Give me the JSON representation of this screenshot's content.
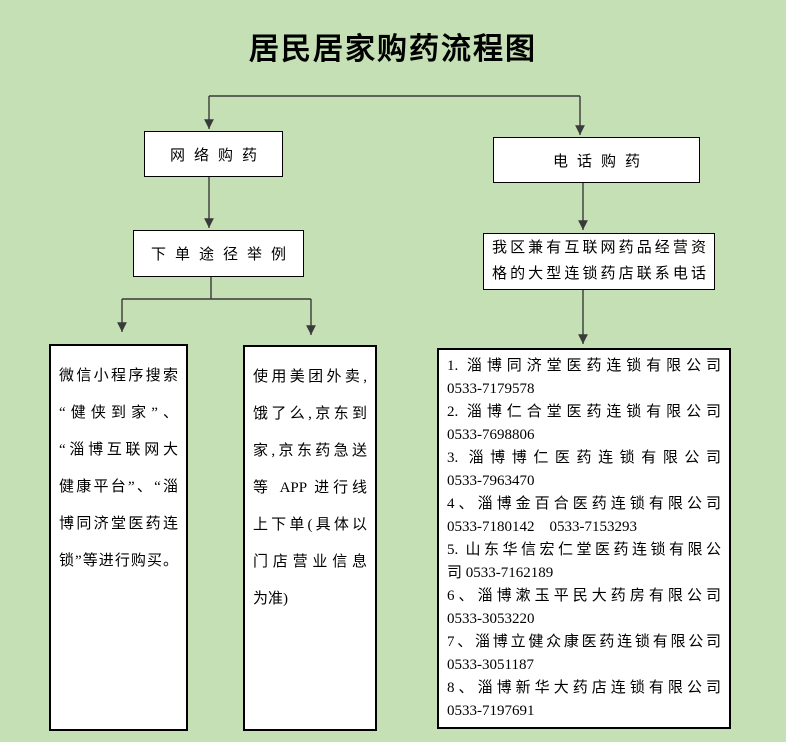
{
  "title": "居民居家购药流程图",
  "colors": {
    "background": "#c5e0b4",
    "box_fill": "#ffffff",
    "box_border": "#000000",
    "connector": "#3a3a3a"
  },
  "nodes": {
    "online": {
      "label": "网络购药"
    },
    "phone": {
      "label": "电话购药"
    },
    "order_examples": {
      "label": "下单途径举例"
    },
    "wechat": {
      "lines": [
        {
          "t": "微信小程序搜索",
          "j": true
        },
        {
          "t": "“健侠到家”、",
          "j": true
        },
        {
          "t": "“淄博互联网大",
          "j": true
        },
        {
          "t": "健康平台”、“淄",
          "j": true
        },
        {
          "t": "博同济堂医药连",
          "j": true
        },
        {
          "t": "锁”等进行购买。",
          "j": true
        }
      ]
    },
    "apps": {
      "lines": [
        {
          "t": "使用美团外卖,",
          "j": true
        },
        {
          "t": "饿了么,京东到",
          "j": true
        },
        {
          "t": "家,京东药急送",
          "j": true
        },
        {
          "t": "等 APP 进行线",
          "j": true
        },
        {
          "t": "上下单(具体以",
          "j": true
        },
        {
          "t": "门店营业信息",
          "j": true
        },
        {
          "t": "为准)",
          "j": false
        }
      ]
    },
    "hotline_header": {
      "lines": [
        {
          "t": "我区兼有互联网药品经营资",
          "j": true
        },
        {
          "t": "格的大型连锁药店联系电话",
          "j": true
        }
      ]
    },
    "pharmacies": {
      "lines": [
        {
          "t": "1. 淄博同济堂医药连锁有限公司",
          "j": true
        },
        {
          "t": "0533-7179578",
          "j": false
        },
        {
          "t": "2. 淄博仁合堂医药连锁有限公司",
          "j": true
        },
        {
          "t": "0533-7698806",
          "j": false
        },
        {
          "t": "3. 淄博博仁医药连锁有限公司",
          "j": true
        },
        {
          "t": "0533-7963470",
          "j": false
        },
        {
          "t": "4、淄博金百合医药连锁有限公司",
          "j": true
        },
        {
          "t": "0533-7180142    0533-7153293",
          "j": false
        },
        {
          "t": "5. 山东华信宏仁堂医药连锁有限公",
          "j": true
        },
        {
          "t": "司 0533-7162189",
          "j": false
        },
        {
          "t": "6、淄博漱玉平民大药房有限公司",
          "j": true
        },
        {
          "t": "0533-3053220",
          "j": false
        },
        {
          "t": "7、淄博立健众康医药连锁有限公司",
          "j": true
        },
        {
          "t": "0533-3051187",
          "j": false
        },
        {
          "t": "8、淄博新华大药店连锁有限公司",
          "j": true
        },
        {
          "t": "0533-7197691",
          "j": false
        }
      ]
    }
  }
}
